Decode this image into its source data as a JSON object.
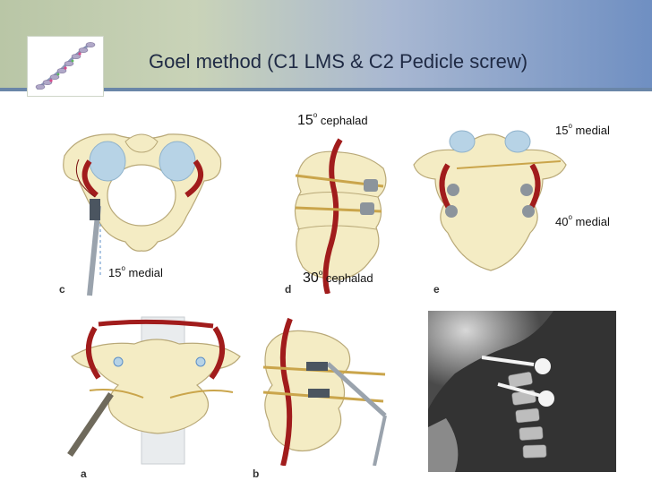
{
  "slide": {
    "title": "Goel method (C1 LMS & C2 Pedicle screw)"
  },
  "labels": {
    "top_cephalad_num": "15",
    "top_cephalad_deg": "o",
    "top_cephalad_text": " cephalad",
    "bottom_cephalad_num": "30",
    "bottom_cephalad_deg": "o",
    "bottom_cephalad_text": " cephalad",
    "medial_c_num": "15",
    "medial_c_deg": "o",
    "medial_c_text": " medial",
    "medial_e_top_num": "15",
    "medial_e_top_deg": "o",
    "medial_e_top_text": " medial",
    "medial_e_bottom_num": "40",
    "medial_e_bottom_deg": "o",
    "medial_e_bottom_text": " medial"
  },
  "panels": {
    "a": "a",
    "b": "b",
    "c": "c",
    "d": "d",
    "e": "e"
  },
  "colors": {
    "bone": "#f4ecc4",
    "bone_stroke": "#b9a978",
    "artery": "#a11c1c",
    "cartilage": "#b7d3e6",
    "instrument": "#9aa3ad",
    "xray_bg": "#2a2a2a"
  }
}
